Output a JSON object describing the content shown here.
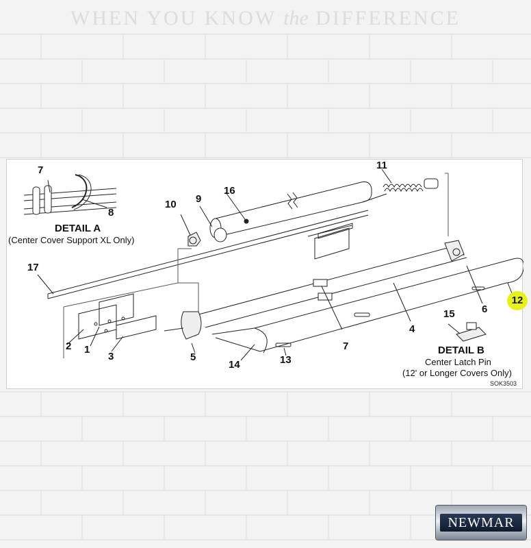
{
  "background": {
    "color": "#f3f3f3",
    "brick_line_color": "#e4e4e4"
  },
  "tagline": {
    "part1": "WHEN YOU KNOW ",
    "part2": "the",
    "part3": " DIFFERENCE"
  },
  "diagram": {
    "callouts": [
      "7",
      "8",
      "10",
      "9",
      "16",
      "11",
      "17",
      "2",
      "1",
      "3",
      "5",
      "14",
      "13",
      "7",
      "4",
      "6",
      "12",
      "15"
    ],
    "highlight_color": "#e8f218",
    "detail_a": {
      "title": "DETAIL A",
      "subtitle": "(Center Cover Support XL Only)"
    },
    "detail_b": {
      "title": "DETAIL B",
      "subtitle_line1": "Center Latch Pin",
      "subtitle_line2": "(12' or Longer Covers Only)"
    },
    "drawing_code": "SOK3503"
  },
  "logo": {
    "text": "NEWMAR"
  }
}
